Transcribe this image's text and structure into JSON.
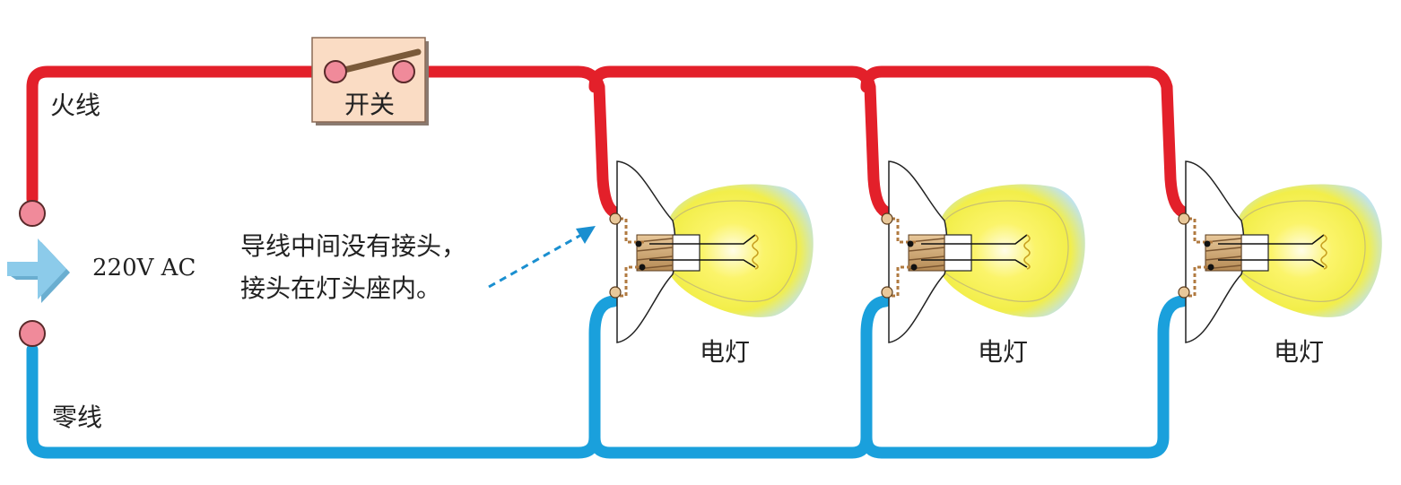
{
  "labels": {
    "live_wire": "火线",
    "neutral_wire": "零线",
    "switch": "开关",
    "source": "220V AC",
    "note_line1": "导线中间没有接头，",
    "note_line2": "接头在灯头座内。",
    "lamps": [
      "电灯",
      "电灯",
      "电灯"
    ]
  },
  "colors": {
    "live": "#e3202a",
    "neutral": "#1aa0dc",
    "terminal": "#f08a9a",
    "switch_box": "#fadcc4",
    "arrow": "#8ccbea",
    "note_arrow": "#1a8fd0",
    "glow": "#f5ef48"
  }
}
